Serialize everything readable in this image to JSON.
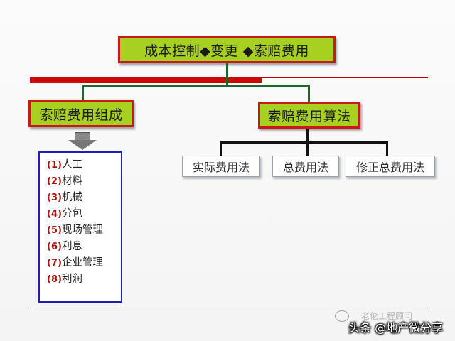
{
  "root": {
    "label": "成本控制◆变更 ◆索赔费用"
  },
  "branches": [
    {
      "label": "索赔费用组成"
    },
    {
      "label": "索赔费用算法"
    }
  ],
  "composition_items": [
    {
      "num": "(1)",
      "text": "人工"
    },
    {
      "num": "(2)",
      "text": "材料"
    },
    {
      "num": "(3)",
      "text": "机械"
    },
    {
      "num": "(4)",
      "text": "分包"
    },
    {
      "num": "(5)",
      "text": "现场管理"
    },
    {
      "num": "(6)",
      "text": "利息"
    },
    {
      "num": "(7)",
      "text": "企业管理"
    },
    {
      "num": "(8)",
      "text": "利润"
    }
  ],
  "methods": [
    {
      "label": "实际费用法"
    },
    {
      "label": "总费用法"
    },
    {
      "label": "修正总费用法"
    }
  ],
  "watermark": {
    "faded": "老伦工程顾问",
    "main": "头条 @地产微分享"
  },
  "colors": {
    "box_fill": "#a8d020",
    "box_border": "#c81818",
    "list_border": "#2020b0",
    "connector": "#1a6a28"
  }
}
